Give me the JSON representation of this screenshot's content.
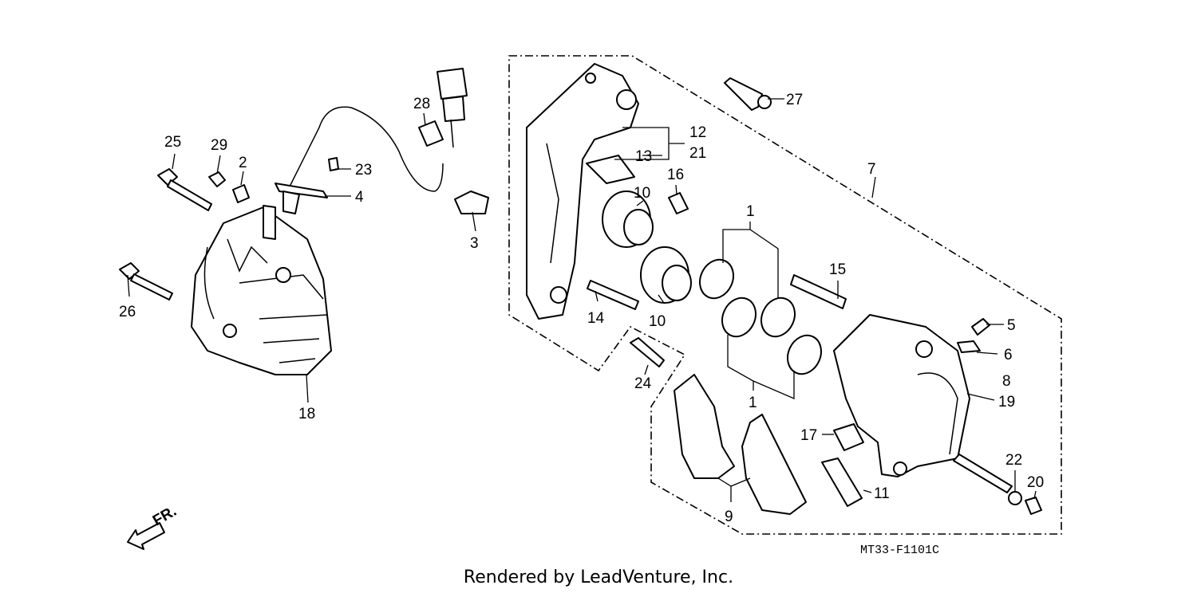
{
  "diagram": {
    "part_labels": {
      "p1a": "1",
      "p1b": "1",
      "p2": "2",
      "p3": "3",
      "p4": "4",
      "p5": "5",
      "p6": "6",
      "p7": "7",
      "p8": "8",
      "p9": "9",
      "p10a": "10",
      "p10b": "10",
      "p11": "11",
      "p12": "12",
      "p13": "13",
      "p14": "14",
      "p15": "15",
      "p16": "16",
      "p17": "17",
      "p18": "18",
      "p19": "19",
      "p20": "20",
      "p21": "21",
      "p22": "22",
      "p23": "23",
      "p24": "24",
      "p25": "25",
      "p26": "26",
      "p27": "27",
      "p28": "28",
      "p29": "29"
    },
    "diagram_code": "MT33-F1101C",
    "direction_label": "FR."
  },
  "footer": {
    "credit": "Rendered by LeadVenture, Inc."
  }
}
